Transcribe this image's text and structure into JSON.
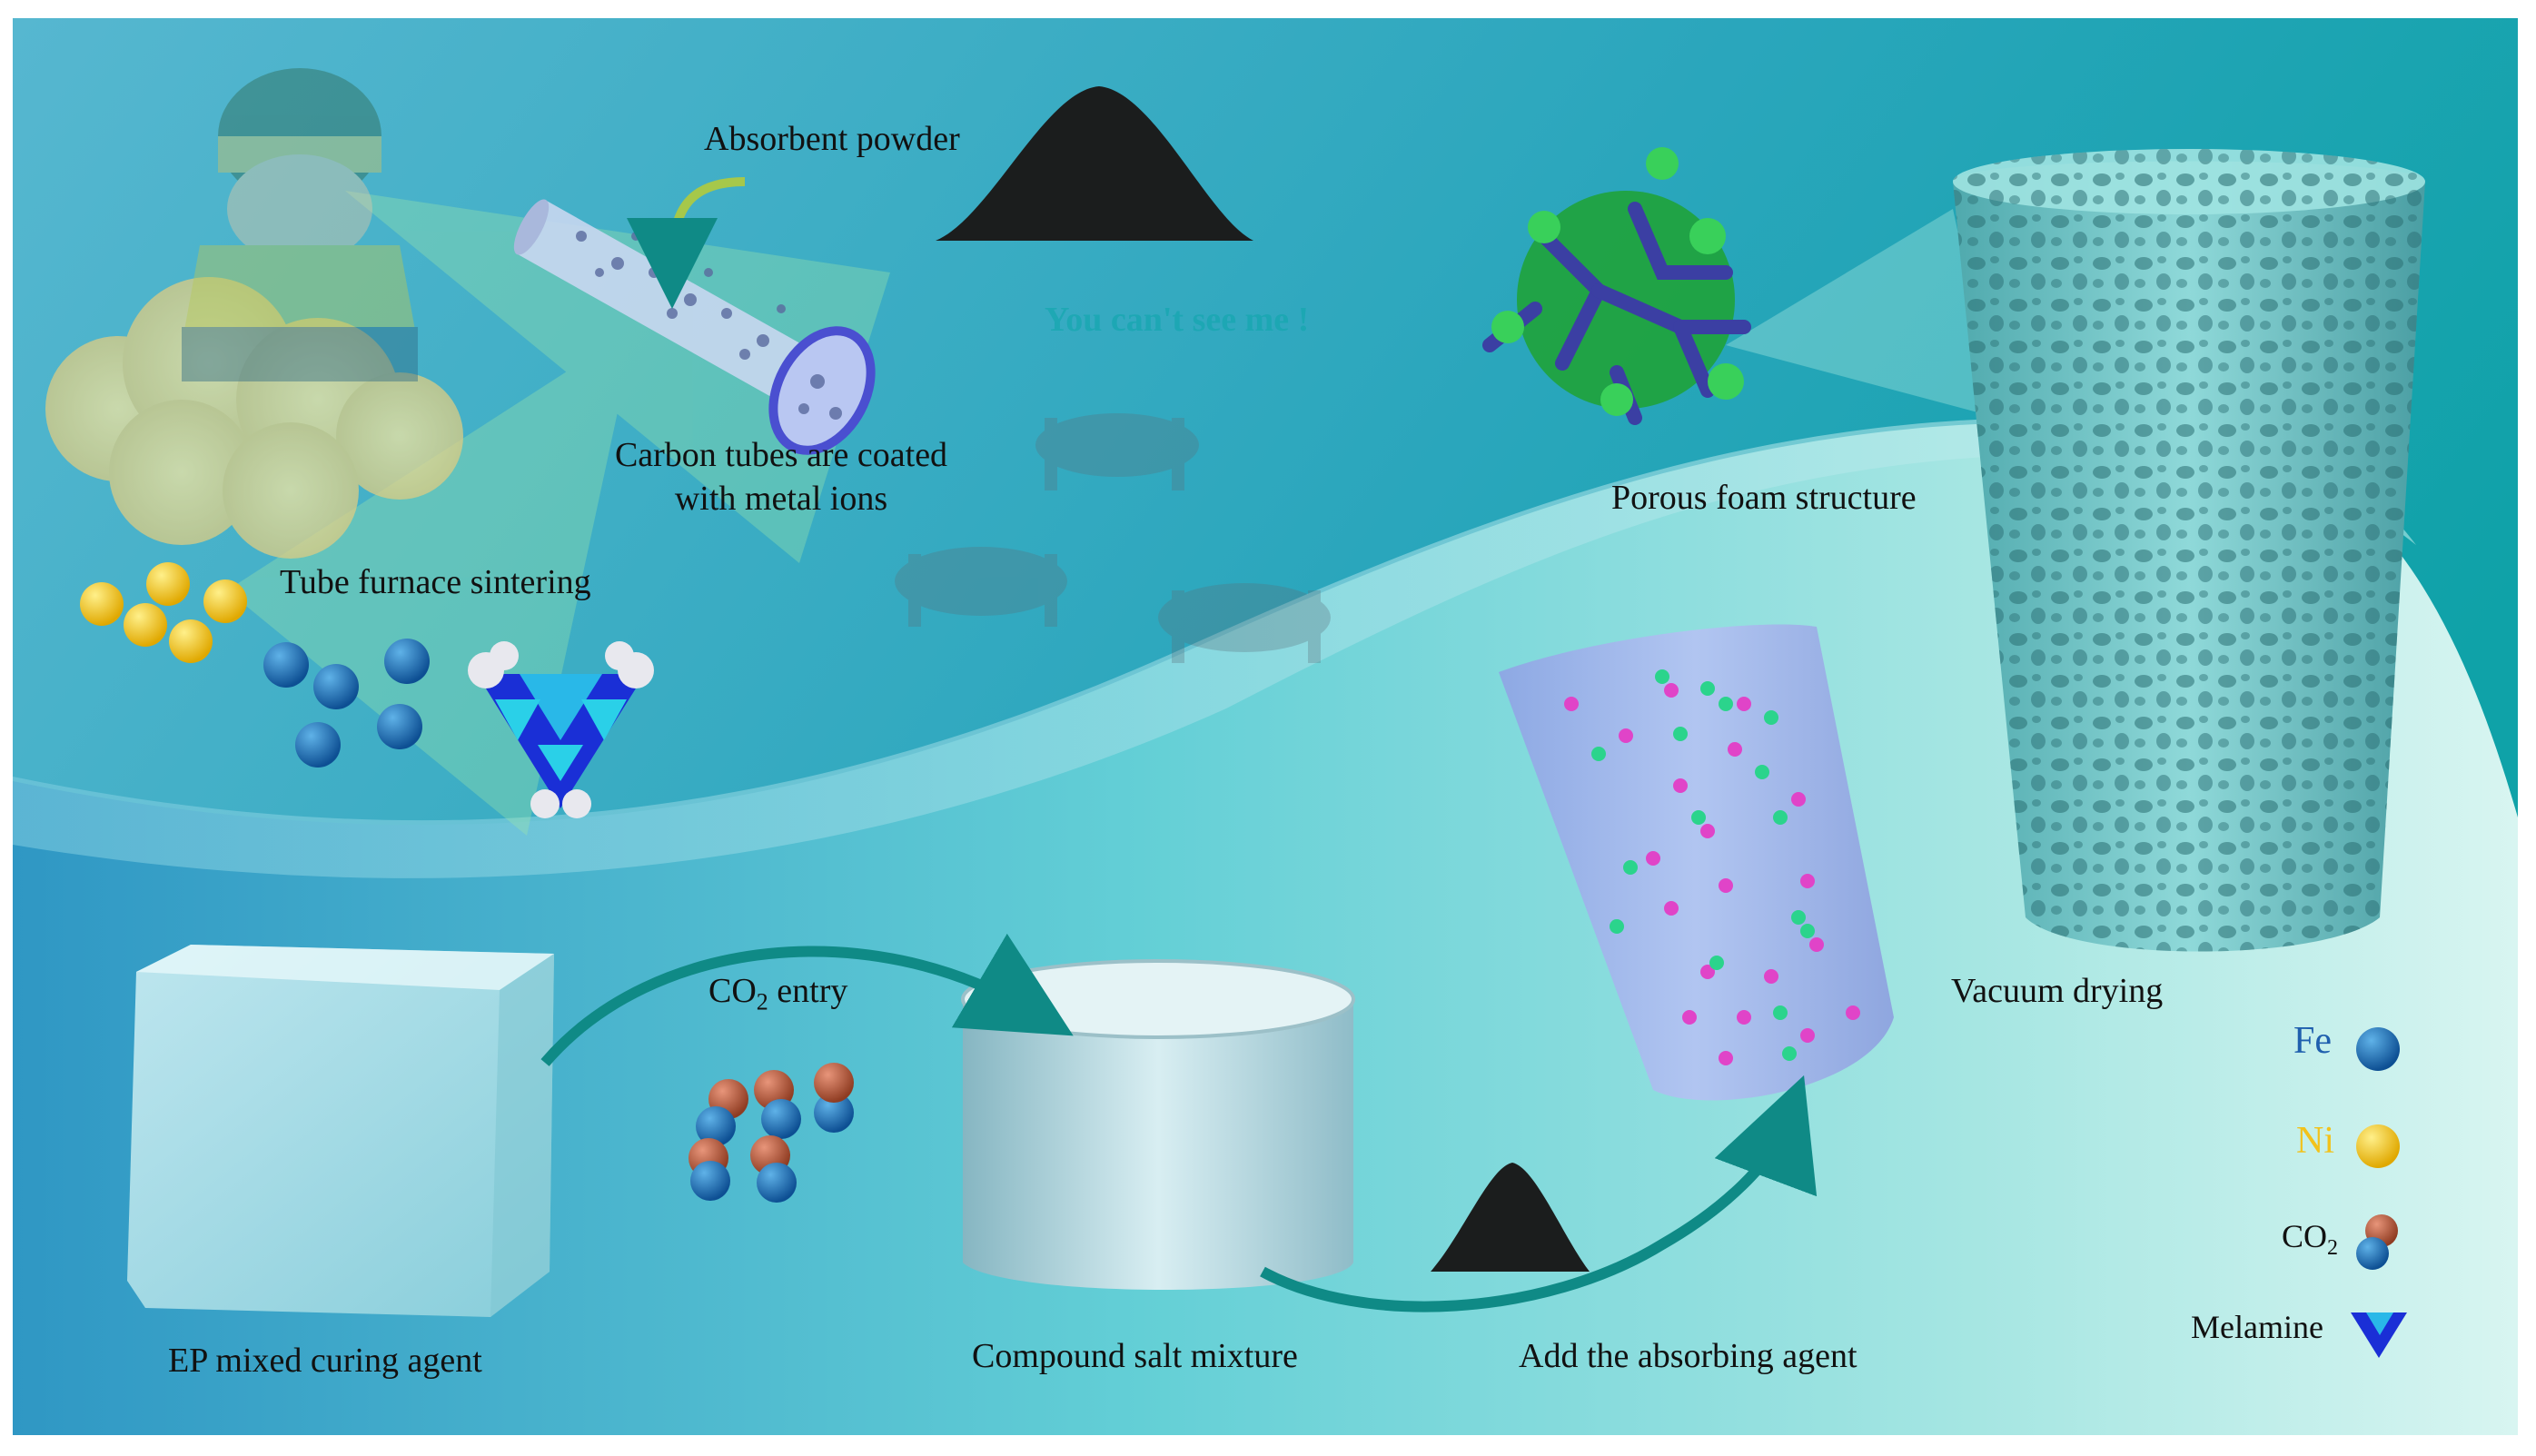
{
  "labels": {
    "absorbent_powder": "Absorbent powder",
    "you_cant_see_me": "You can't see me !",
    "carbon_tubes_line1": "Carbon tubes are coated",
    "carbon_tubes_line2": "with metal ions",
    "tube_furnace": "Tube furnace sintering",
    "porous_foam": "Porous foam structure",
    "ep_mixed": "EP mixed curing agent",
    "co2_entry_prefix": "CO",
    "co2_entry_sub": "2",
    "co2_entry_suffix": " entry",
    "compound_salt": "Compound salt mixture",
    "add_absorbing": "Add the absorbing agent",
    "vacuum_drying": "Vacuum drying"
  },
  "legend": {
    "fe": {
      "label": "Fe",
      "color": "#1f5fae"
    },
    "ni": {
      "label": "Ni",
      "color": "#f2c21b"
    },
    "co2": {
      "label_prefix": "CO",
      "label_sub": "2",
      "color": "#111111"
    },
    "melamine": {
      "label": "Melamine",
      "color": "#111111"
    }
  },
  "colors": {
    "bg_top": "#2f9fc0",
    "bg_bottom": "#6fd3d6",
    "teal_dark": "#0f8f8c",
    "foam": "#6ec9cc",
    "fe_ball": "#1f6fb0",
    "ni_ball": "#f4c41f",
    "co2_red": "#c0664a",
    "magenta": "#e044c8",
    "green_dot": "#2bd48c"
  }
}
